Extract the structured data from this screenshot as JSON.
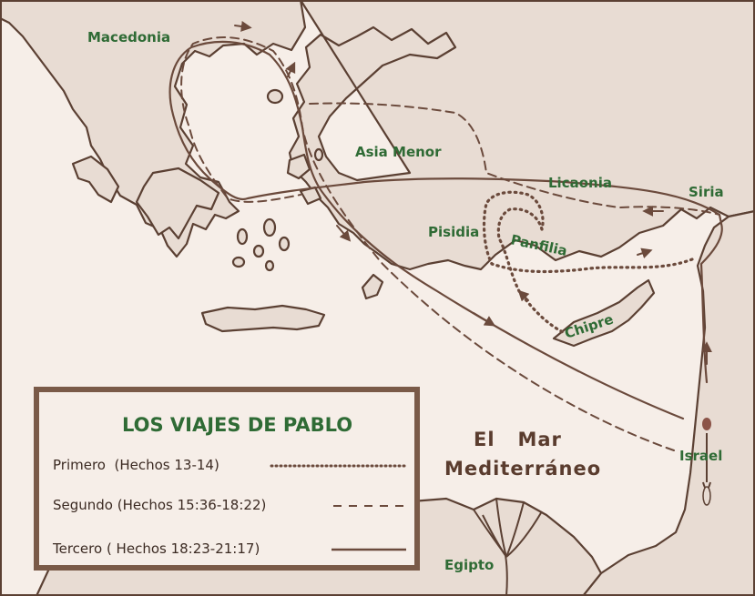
{
  "map": {
    "regions": {
      "macedonia": "Macedonia",
      "asia_menor": "Asia Menor",
      "licaonia": "Licaonia",
      "siria": "Siria",
      "pisidia": "Pisidia",
      "panfilia": "Panfilia",
      "chipre": "Chipre",
      "israel": "Israel",
      "egipto": "Egipto"
    },
    "sea": {
      "line1": "El   Mar",
      "line2": "Mediterráneo"
    }
  },
  "legend": {
    "title": "LOS VIAJES DE PABLO",
    "items": [
      {
        "label": "Primero  (Hechos 13-14)",
        "style": "dotted"
      },
      {
        "label": "Segundo (Hechos 15:36-18:22)",
        "style": "dashed"
      },
      {
        "label": "Tercero ( Hechos 18:23-21:17)",
        "style": "solid"
      }
    ]
  },
  "colors": {
    "sea": "#f6eee8",
    "land": "#e8dcd3",
    "coast": "#5b4033",
    "route": "#6b4a3c",
    "green_label": "#2f6b35",
    "frame": "#7a5a48"
  }
}
